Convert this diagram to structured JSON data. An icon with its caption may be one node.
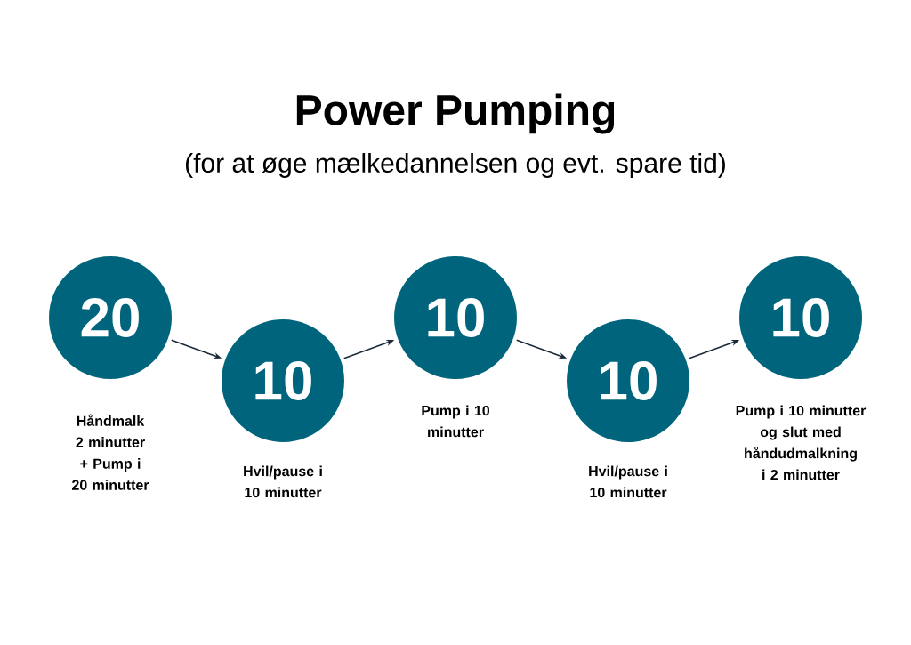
{
  "diagram": {
    "title": "Power Pumping",
    "caption": "(for at øge mælkedannelsen og evt. spare tid)",
    "nodes": [
      {
        "text": [
          "20"
        ],
        "beside": [
          "Håndmalk 2 minutter + Pump i 20 minutter"
        ]
      },
      {
        "text": [
          "10"
        ],
        "beside": [
          "Hvil/pause i 10 minutter"
        ]
      },
      {
        "text": [
          "10"
        ],
        "beside": [
          "Pump i 10 minutter"
        ]
      },
      {
        "text": [
          "10"
        ],
        "beside": [
          "Hvil/pause i 10 minutter"
        ]
      },
      {
        "text": [
          "10"
        ],
        "beside": [
          "Pump i 10 minutter og slut med håndudmalkning i 2 minutter"
        ]
      }
    ],
    "edges": [
      {
        "from": 0,
        "to": 1,
        "arrow": "to"
      },
      {
        "from": 1,
        "to": 2,
        "arrow": "to"
      },
      {
        "from": 2,
        "to": 3,
        "arrow": "to"
      },
      {
        "from": 3,
        "to": 4,
        "arrow": "to"
      }
    ]
  }
}
